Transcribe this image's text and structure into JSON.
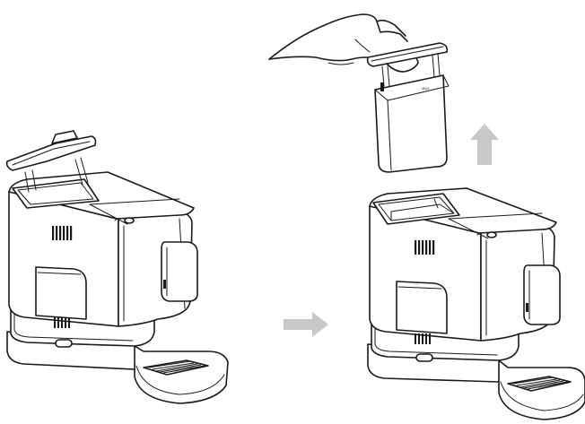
{
  "figure": {
    "steps": [
      {
        "id": "before",
        "description_icon": "coffee-machine-with-tank-lid-open"
      },
      {
        "id": "after",
        "description_icon": "coffee-machine-water-tank-removed"
      }
    ],
    "arrows": [
      {
        "icon": "right-arrow-icon",
        "color": "#c8c8c8"
      },
      {
        "icon": "up-arrow-icon",
        "color": "#c8c8c8"
      }
    ],
    "tank_marking": "MAX",
    "colors": {
      "line": "#1a1a1a",
      "arrow": "#c8c8c8",
      "background": "#ffffff"
    }
  }
}
